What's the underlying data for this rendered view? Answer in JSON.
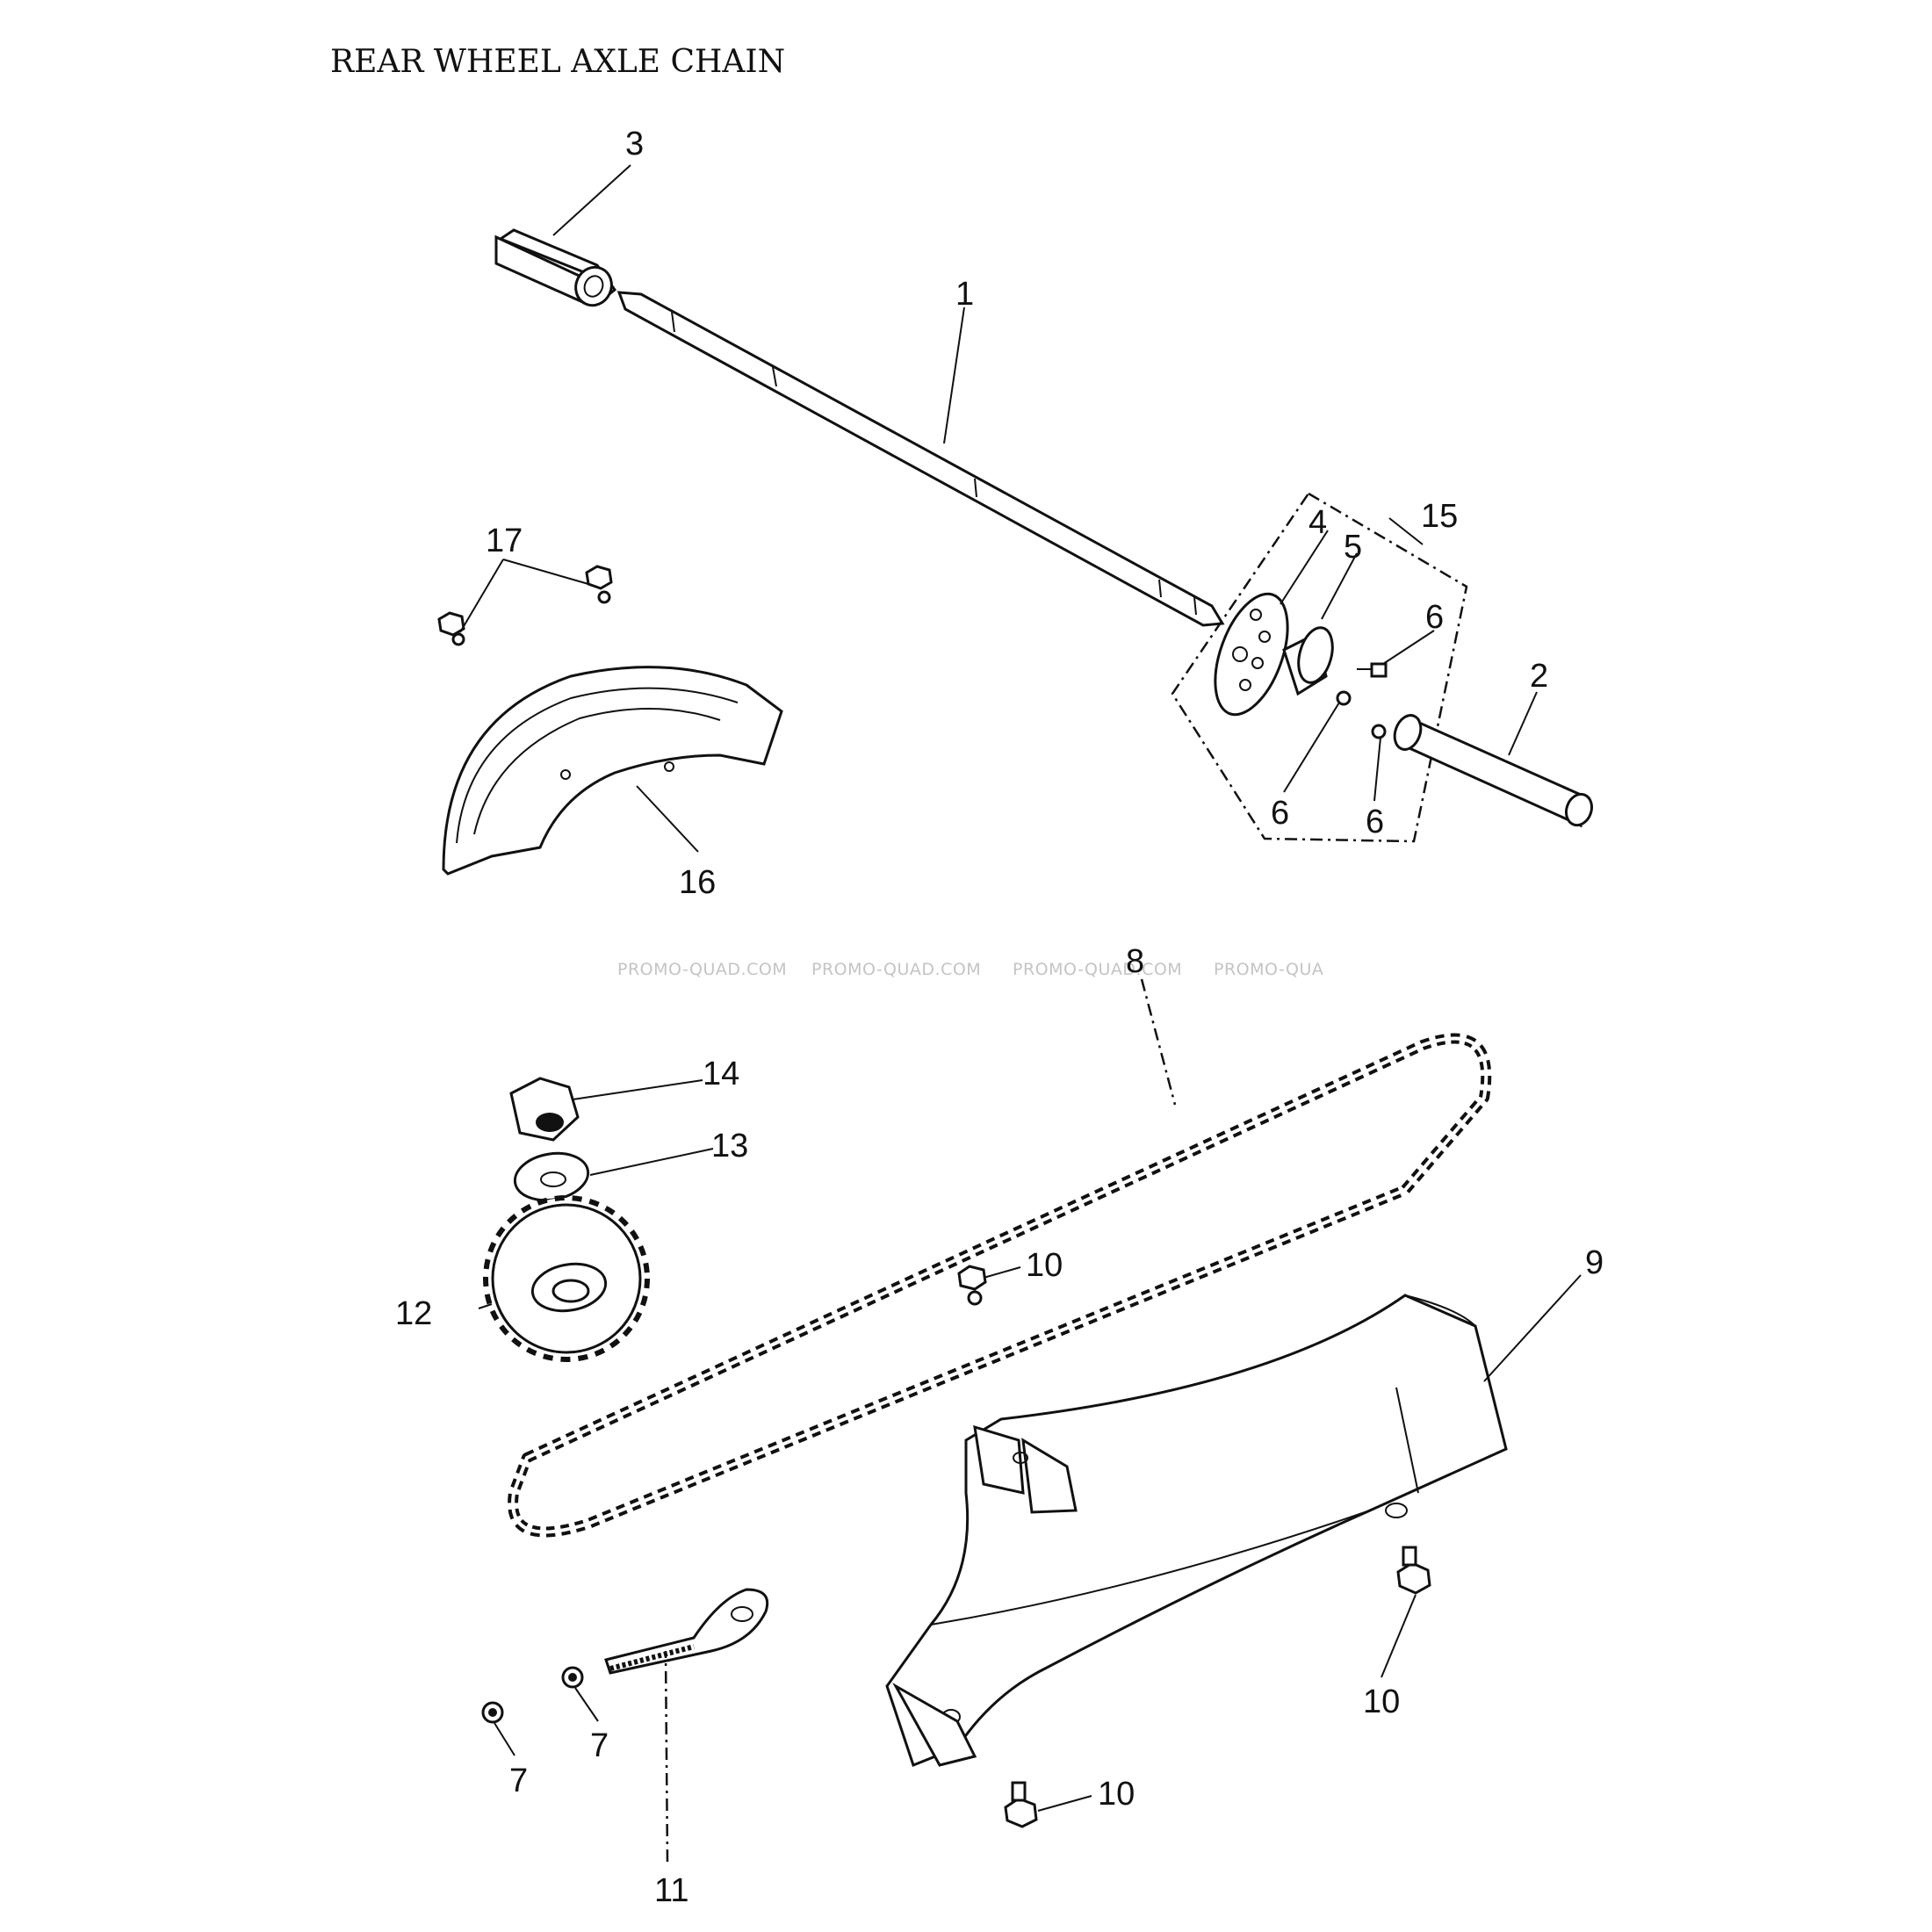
{
  "title": "REAR WHEEL AXLE    CHAIN",
  "watermark": [
    "PROMO-QUAD.COM",
    "PROMO-QUAD.COM",
    "PROMO-QUAD.COM",
    "PROMO-QUA"
  ],
  "callouts": {
    "c1": "1",
    "c2": "2",
    "c3": "3",
    "c4": "4",
    "c5": "5",
    "c6a": "6",
    "c6b": "6",
    "c6c": "6",
    "c7a": "7",
    "c7b": "7",
    "c8": "8",
    "c9": "9",
    "c10a": "10",
    "c10b": "10",
    "c10c": "10",
    "c11": "11",
    "c12": "12",
    "c13": "13",
    "c14": "14",
    "c15": "15",
    "c16": "16",
    "c17": "17"
  }
}
